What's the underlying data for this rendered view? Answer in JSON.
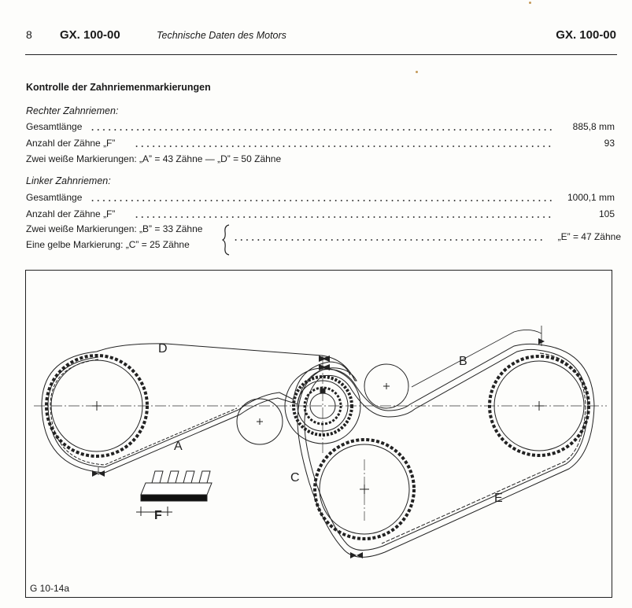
{
  "header": {
    "page_number": "8",
    "doc_code_left": "GX. 100-00",
    "section_title": "Technische Daten des Motors",
    "doc_code_right": "GX. 100-00"
  },
  "section": {
    "title": "Kontrolle der Zahnriemenmarkierungen",
    "right_belt": {
      "heading": "Rechter Zahnriemen:",
      "total_length_label": "Gesamtlänge",
      "total_length_value": "885,8 mm",
      "teeth_label": "Anzahl der Zähne „F”",
      "teeth_value": "93",
      "markings_text": "Zwei weiße Markierungen: „A” = 43 Zähne — „D” = 50 Zähne"
    },
    "left_belt": {
      "heading": "Linker Zahnriemen:",
      "total_length_label": "Gesamtlänge",
      "total_length_value": "1000,1 mm",
      "teeth_label": "Anzahl der Zähne „F”",
      "teeth_value": "105",
      "white_markings_text": "Zwei weiße Markierungen: „B” = 33 Zähne",
      "yellow_marking_text": "Eine gelbe Markierung: „C” = 25 Zähne",
      "e_value": "„E” = 47 Zähne"
    }
  },
  "figure": {
    "label": "G 10-14a",
    "letters": {
      "A": "A",
      "B": "B",
      "C": "C",
      "D": "D",
      "E": "E",
      "F": "F"
    }
  }
}
